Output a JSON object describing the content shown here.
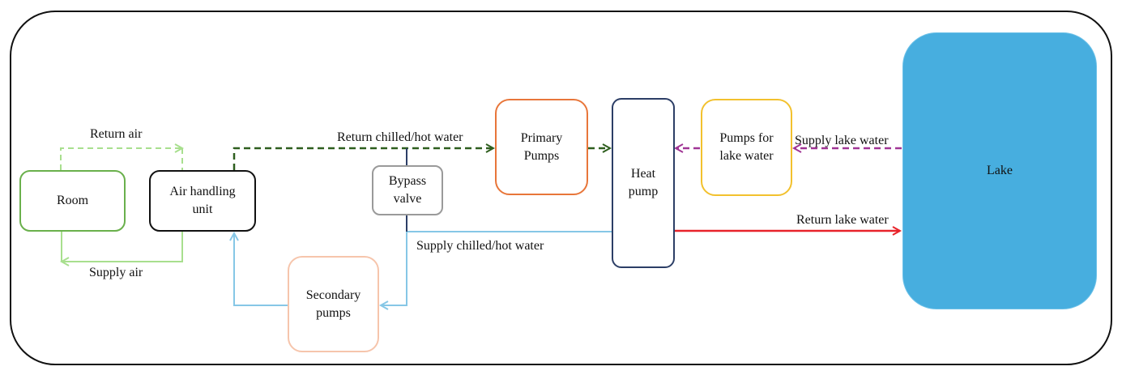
{
  "nodes": {
    "room": {
      "label": "Room",
      "color": "#6ab04c"
    },
    "ahu": {
      "label": "Air handling\nunit",
      "color": "#111111"
    },
    "bypass": {
      "label": "Bypass\nvalve",
      "color": "#9a9a9a"
    },
    "primary": {
      "label": "Primary\nPumps",
      "color": "#e8763a"
    },
    "heatpump": {
      "label": "Heat\npump",
      "color": "#2c3e66"
    },
    "lakepumps": {
      "label": "Pumps for\nlake water",
      "color": "#f2c12e"
    },
    "secondary": {
      "label": "Secondary\npumps",
      "color": "#f6c5ac"
    },
    "lake": {
      "label": "Lake",
      "color": "#47aedf"
    }
  },
  "flows": {
    "return_air": {
      "label": "Return air",
      "color": "#a8df8e",
      "style": "dashed"
    },
    "supply_air": {
      "label": "Supply air",
      "color": "#a8df8e",
      "style": "solid"
    },
    "return_water": {
      "label": "Return chilled/hot water",
      "color": "#2e5e1e",
      "style": "dashed"
    },
    "supply_water": {
      "label": "Supply chilled/hot water",
      "color": "#86c7e6",
      "style": "solid"
    },
    "supply_lake": {
      "label": "Supply lake water",
      "color": "#a03595",
      "style": "dashed"
    },
    "return_lake": {
      "label": "Return lake water",
      "color": "#e8232a",
      "style": "solid"
    }
  }
}
